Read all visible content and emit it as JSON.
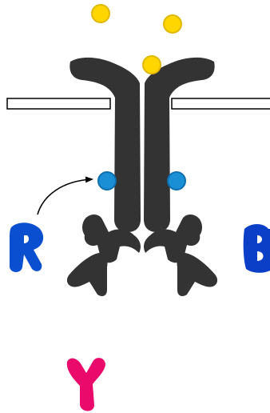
{
  "diagram": {
    "colors": {
      "receptor": "#333333",
      "ligand": "#ffd600",
      "ligand_outline": "#e0b800",
      "signal_ion": "#1a8fd6",
      "signal_ion_outline": "#0d6fae",
      "membrane_fill": "#ffffff",
      "membrane_stroke": "#000000",
      "arrow": "#000000",
      "letter_r": "#0b4fd1",
      "letter_b": "#0b3fc8",
      "letter_y": "#ea0a6c"
    },
    "icons": {
      "ligand": "yellow-circle",
      "ion": "blue-circle",
      "receptor": "dimeric-receptor-shape",
      "letter_r": "blob-letter-r",
      "letter_b": "blob-letter-b",
      "letter_y": "blob-letter-y"
    }
  }
}
